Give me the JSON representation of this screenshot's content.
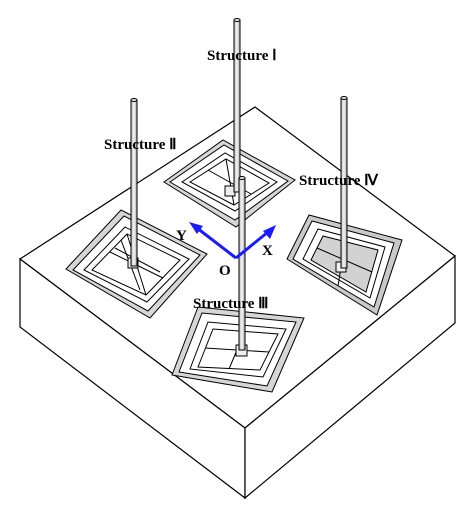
{
  "labels": {
    "structure_1": "Structure Ⅰ",
    "structure_2": "Structure Ⅱ",
    "structure_3": "Structure Ⅲ",
    "structure_4": "Structure Ⅳ"
  },
  "axes": {
    "x": "X",
    "y": "Y",
    "origin": "O",
    "color": "#1a1aff"
  },
  "colors": {
    "outline": "#000000",
    "block_top": "#ffffff",
    "recess_shade": "#cfcfcf",
    "pillar": "#d8d8d8"
  }
}
